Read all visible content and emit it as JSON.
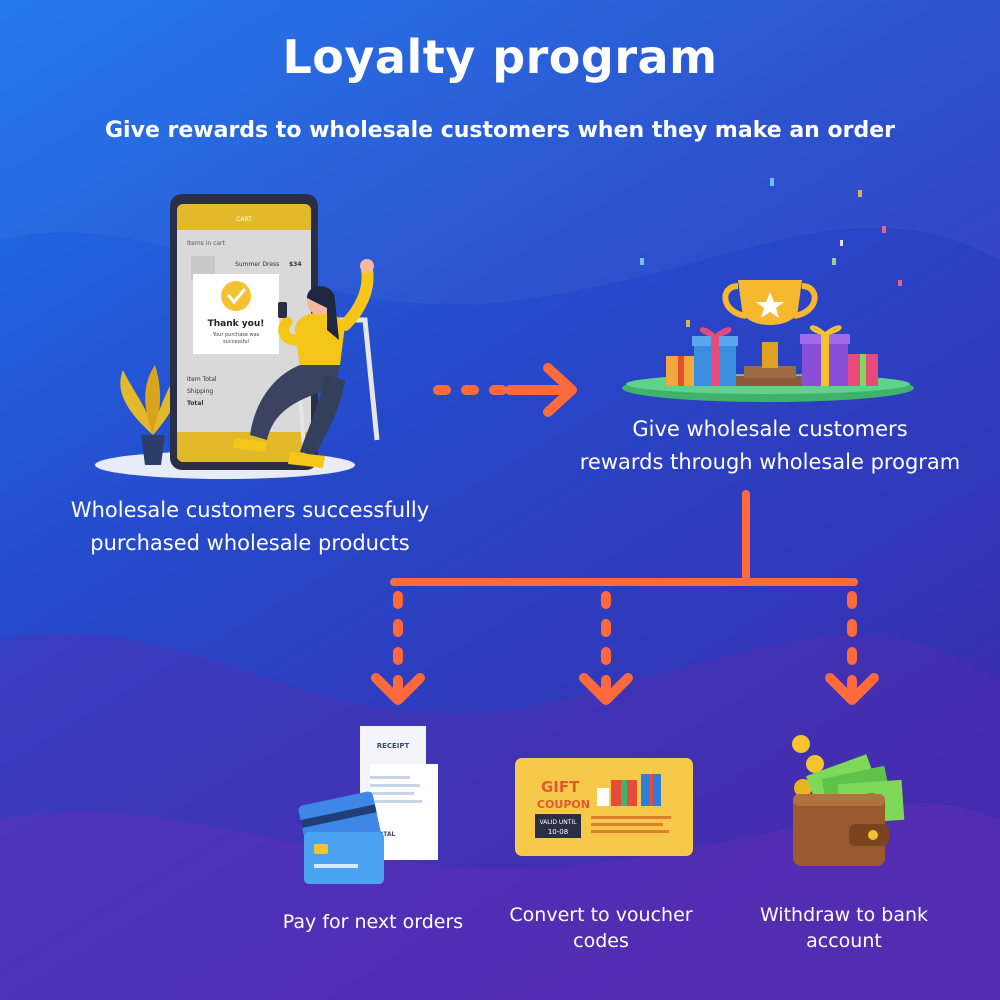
{
  "header": {
    "title": "Loyalty program",
    "subtitle": "Give rewards to wholesale customers when they make an order"
  },
  "steps": {
    "purchase": {
      "caption_line1": "Wholesale customers successfully",
      "caption_line2": "purchased wholesale products"
    },
    "reward": {
      "caption_line1": "Give wholesale customers",
      "caption_line2": "rewards through wholesale program"
    }
  },
  "phone": {
    "header_label": "CART",
    "items_label": "Items in cart",
    "product_name": "Summer Dress",
    "product_price": "$34",
    "item_total_label": "Item Total",
    "shipping_label": "Shipping",
    "total_label": "Total",
    "dialog_title": "Thank you!",
    "dialog_line1": "Your purchase was",
    "dialog_line2": "successful"
  },
  "options": [
    {
      "label_line1": "Pay for next orders",
      "label_line2": ""
    },
    {
      "label_line1": "Convert to voucher",
      "label_line2": "codes"
    },
    {
      "label_line1": "Withdraw to bank",
      "label_line2": "account"
    }
  ],
  "receipt": {
    "title": "RECEIPT",
    "total": "TOTAL"
  },
  "coupon": {
    "line1": "GIFT",
    "line2": "COUPON",
    "valid_line1": "VALID UNTIL",
    "valid_line2": "10-08"
  },
  "colors": {
    "background_top": "#1c6fe8",
    "background_bottom": "#3a2bb0",
    "arrow": "#ff6a3d",
    "phone_yellow": "#e3b92c",
    "coupon_yellow": "#f7c948"
  }
}
